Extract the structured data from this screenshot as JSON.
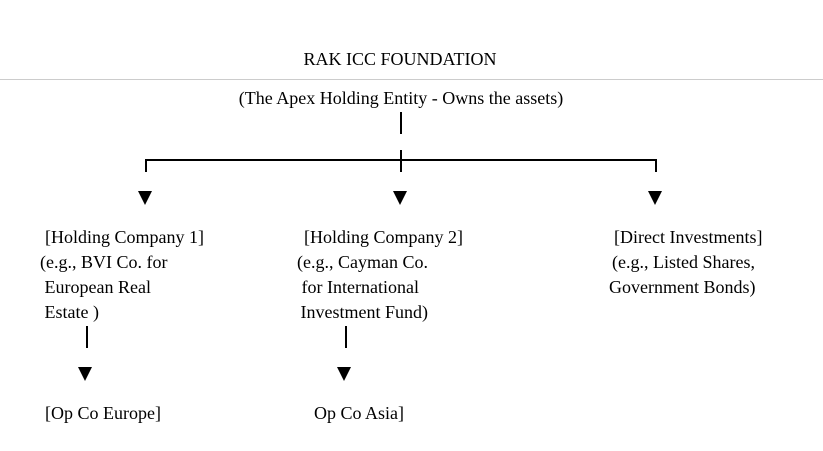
{
  "diagram": {
    "title": "RAK ICC FOUNDATION",
    "subtitle": "(The Apex Holding Entity - Owns the assets)",
    "branches": [
      {
        "name": "[Holding Company 1]",
        "lines": [
          "(e.g., BVI Co. for",
          " European Real",
          " Estate )"
        ],
        "child": "[Op Co Europe]"
      },
      {
        "name": "[Holding Company 2]",
        "lines": [
          "(e.g., Cayman Co.",
          " for International",
          " Investment Fund)"
        ],
        "child": "Op Co Asia]"
      },
      {
        "name": "[Direct Investments]",
        "lines": [
          "(e.g., Listed Shares,",
          "Government Bonds)"
        ]
      }
    ]
  }
}
